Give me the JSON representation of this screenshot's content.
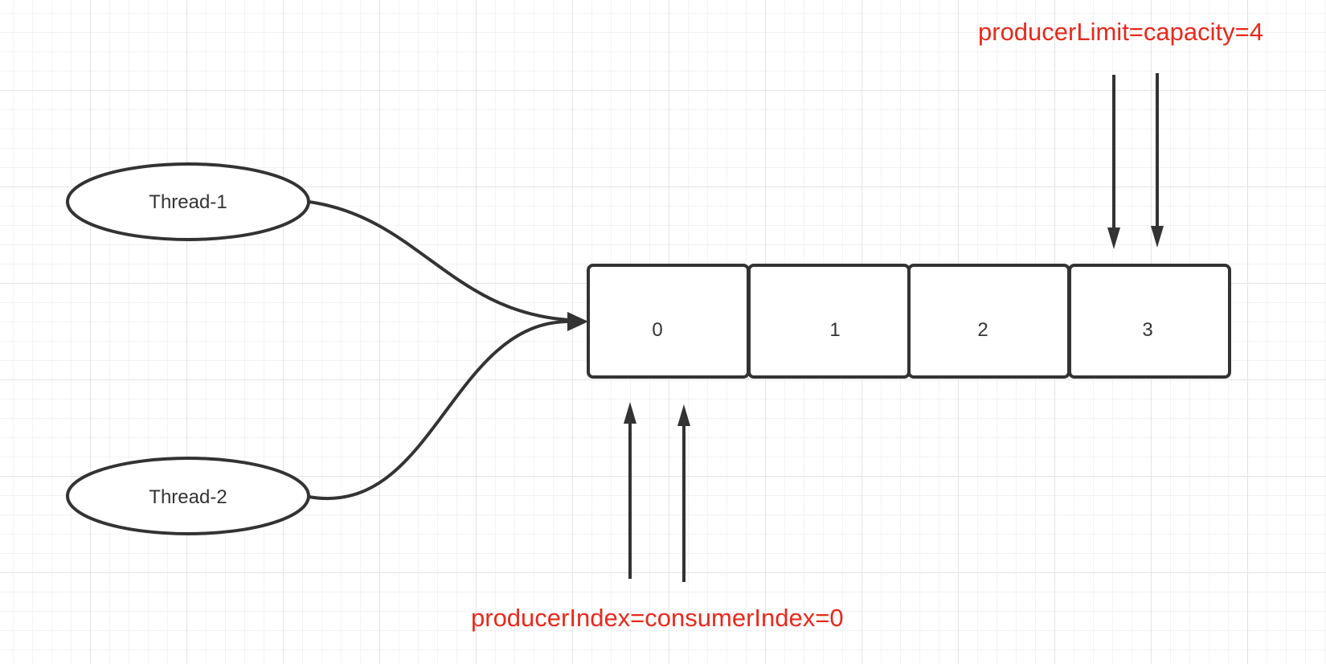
{
  "threads": [
    {
      "label": "Thread-1"
    },
    {
      "label": "Thread-2"
    }
  ],
  "cells": [
    {
      "label": "0"
    },
    {
      "label": "1"
    },
    {
      "label": "2"
    },
    {
      "label": "3"
    }
  ],
  "annotations": {
    "top": "producerLimit=capacity=4",
    "bottom": "producerIndex=consumerIndex=0"
  },
  "colors": {
    "stroke": "#333333",
    "annotation": "#e8291c",
    "grid": "#e3e3e3"
  }
}
